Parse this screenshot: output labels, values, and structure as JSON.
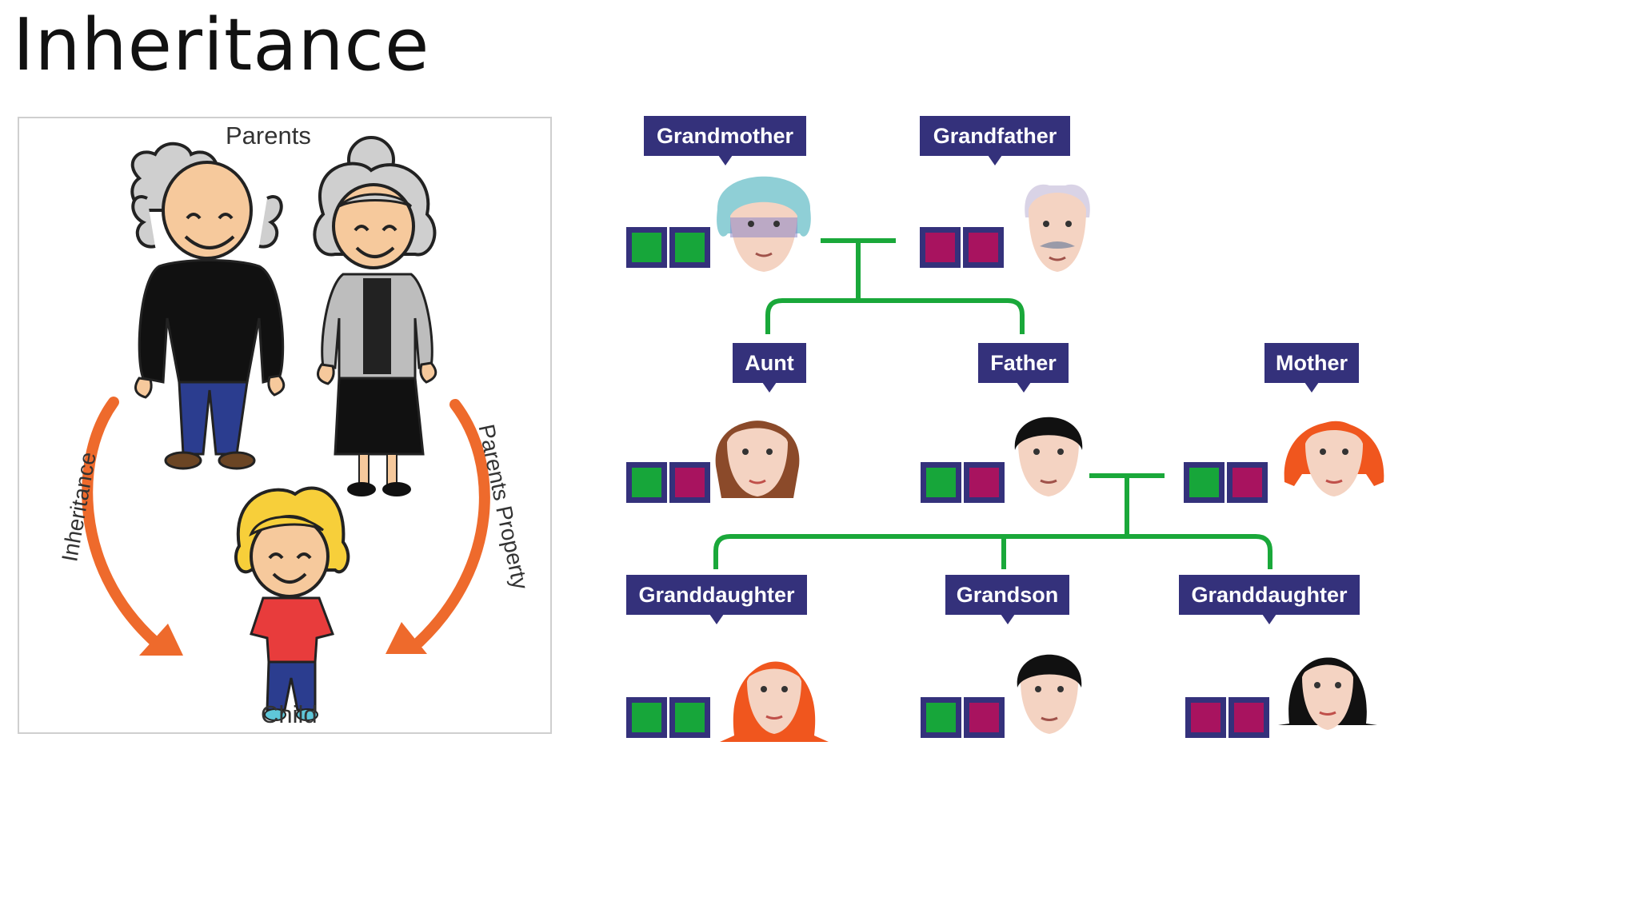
{
  "slide": {
    "title": "Inheritance"
  },
  "illustration": {
    "parents_label": "Parents",
    "child_label": "Child",
    "left_arrow_label": "Inheritance",
    "right_arrow_label": "Parents Property",
    "arrow_color": "#ee6a2c"
  },
  "colors": {
    "tag_bg": "#34317b",
    "connector": "#1aa83a",
    "green_allele": "#17a63a",
    "magenta_allele": "#a8135f"
  },
  "family_tree": {
    "people": [
      {
        "id": "grandmother",
        "label": "Grandmother",
        "alleles": [
          "green",
          "green"
        ]
      },
      {
        "id": "grandfather",
        "label": "Grandfather",
        "alleles": [
          "magenta",
          "magenta"
        ]
      },
      {
        "id": "aunt",
        "label": "Aunt",
        "alleles": [
          "green",
          "magenta"
        ]
      },
      {
        "id": "father",
        "label": "Father",
        "alleles": [
          "green",
          "magenta"
        ]
      },
      {
        "id": "mother",
        "label": "Mother",
        "alleles": [
          "green",
          "magenta"
        ]
      },
      {
        "id": "granddaughter-1",
        "label": "Granddaughter",
        "alleles": [
          "green",
          "green"
        ]
      },
      {
        "id": "grandson",
        "label": "Grandson",
        "alleles": [
          "green",
          "magenta"
        ]
      },
      {
        "id": "granddaughter-2",
        "label": "Granddaughter",
        "alleles": [
          "magenta",
          "magenta"
        ]
      }
    ]
  }
}
